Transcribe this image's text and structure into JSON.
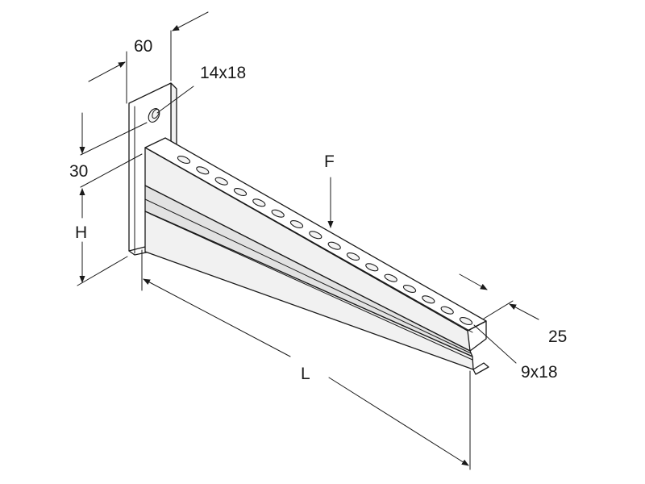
{
  "labels": {
    "width": "60",
    "hole": "14x18",
    "offset": "30",
    "height": "H",
    "force": "F",
    "length": "L",
    "flange": "25",
    "slot": "9x18"
  },
  "slots": {
    "count": 16
  }
}
